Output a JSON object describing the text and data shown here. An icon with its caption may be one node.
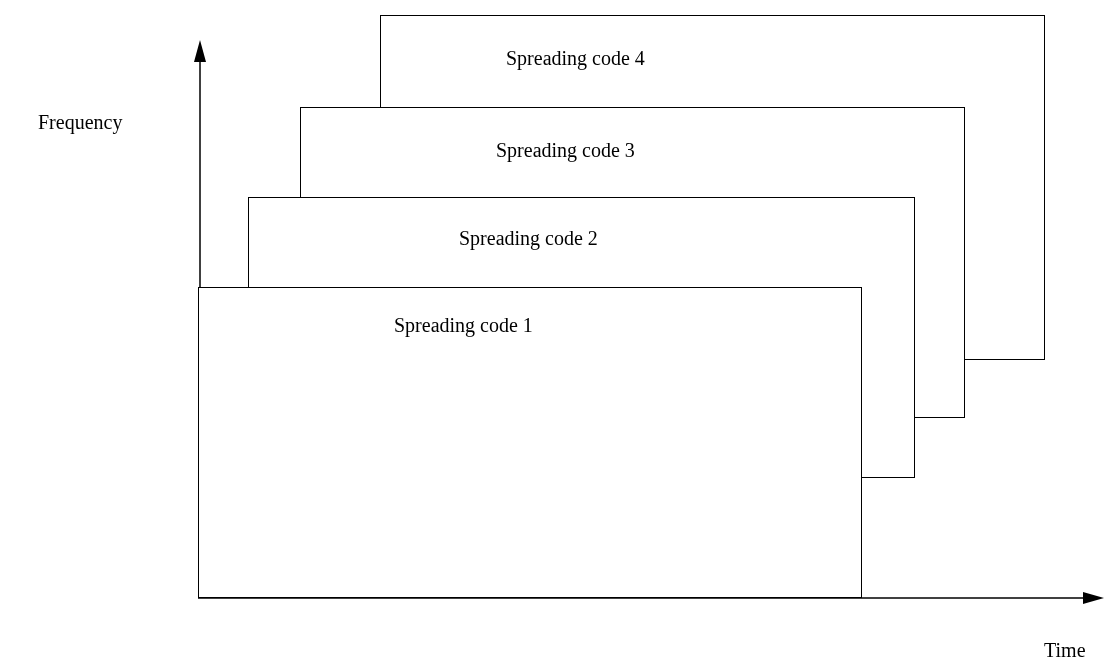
{
  "diagram": {
    "nodes": [
      {
        "text": [
          "Spreading code 4"
        ]
      },
      {
        "text": [
          "Spreading code 3"
        ]
      },
      {
        "text": [
          "Spreading code 2"
        ]
      },
      {
        "text": [
          "Spreading code 1"
        ]
      }
    ],
    "labels": [
      "Frequency",
      "Time"
    ]
  }
}
